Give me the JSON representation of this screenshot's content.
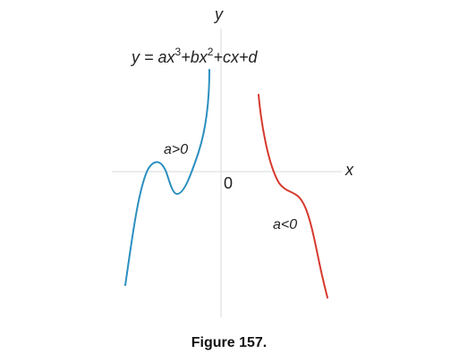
{
  "figure": {
    "axes": {
      "x_label": "x",
      "y_label": "y",
      "origin_label": "0",
      "color": "#d8d8d8"
    },
    "equation": {
      "prefix": "y = ax",
      "exp1": "3",
      "mid": "+bx",
      "exp2": "2",
      "suffix": "+cx+d"
    },
    "curves": [
      {
        "label": "a>0",
        "color": "#2b8fc0"
      },
      {
        "label": "a<0",
        "color": "#d63a2f"
      }
    ],
    "caption": "Figure 157."
  }
}
